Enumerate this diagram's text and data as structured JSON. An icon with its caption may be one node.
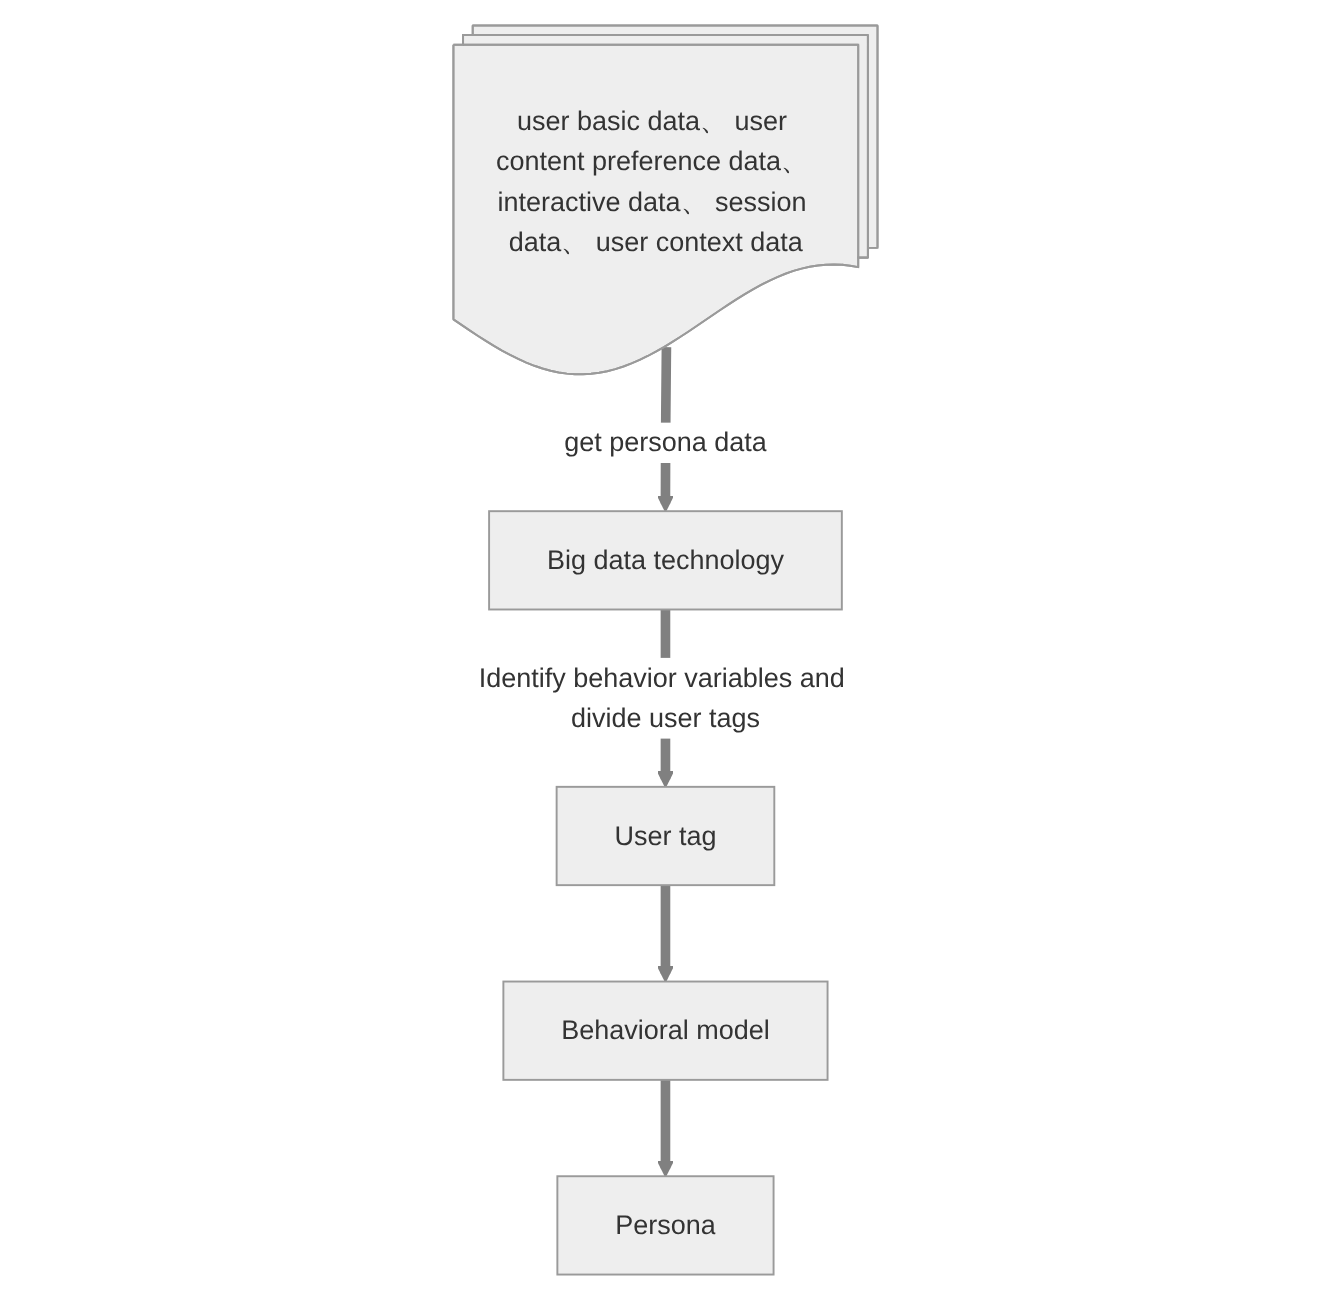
{
  "diagram": {
    "nodes": [
      {
        "text": [
          "user basic data、 user content preference data、 interactive data、 session data、 user context data"
        ]
      },
      {
        "text": [
          "Big data technology"
        ]
      },
      {
        "text": [
          "User tag"
        ]
      },
      {
        "text": [
          "Behavioral model"
        ]
      },
      {
        "text": [
          "Persona"
        ]
      }
    ],
    "edges": [
      {
        "from": 0,
        "to": 1,
        "arrow": "to",
        "label": "get persona data"
      },
      {
        "from": 1,
        "to": 2,
        "arrow": "to",
        "label": "Identify behavior variables and divide user tags"
      },
      {
        "from": 2,
        "to": 3,
        "arrow": "to"
      },
      {
        "from": 3,
        "to": 4,
        "arrow": "to"
      }
    ]
  }
}
